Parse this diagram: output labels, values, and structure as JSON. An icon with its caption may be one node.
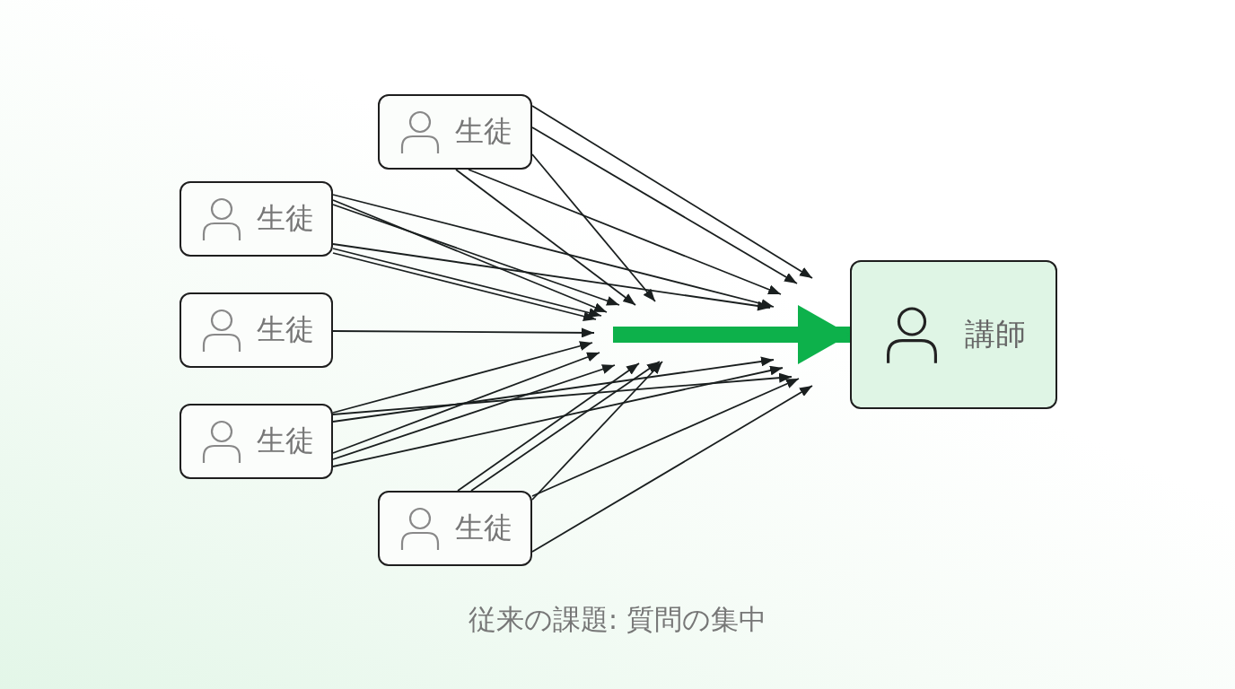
{
  "diagram": {
    "caption": "従来の課題: 質問の集中",
    "nodes": [
      {
        "text": [
          "生徒"
        ]
      },
      {
        "text": [
          "生徒"
        ]
      },
      {
        "text": [
          "生徒"
        ]
      },
      {
        "text": [
          "生徒"
        ]
      },
      {
        "text": [
          "生徒"
        ]
      },
      {
        "text": [
          "講師"
        ]
      }
    ],
    "edges": [
      {
        "from": 0,
        "to": null,
        "arrow": "to"
      },
      {
        "from": 0,
        "to": null,
        "arrow": "to"
      },
      {
        "from": 0,
        "to": null,
        "arrow": "to"
      },
      {
        "from": 0,
        "to": null,
        "arrow": "to"
      },
      {
        "from": 0,
        "to": null,
        "arrow": "to"
      },
      {
        "from": 1,
        "to": null,
        "arrow": "to"
      },
      {
        "from": 1,
        "to": null,
        "arrow": "to"
      },
      {
        "from": 1,
        "to": null,
        "arrow": "to"
      },
      {
        "from": 1,
        "to": null,
        "arrow": "to"
      },
      {
        "from": 1,
        "to": null,
        "arrow": "to"
      },
      {
        "from": 1,
        "to": null,
        "arrow": "to"
      },
      {
        "from": 2,
        "to": null,
        "arrow": "to"
      },
      {
        "from": 3,
        "to": null,
        "arrow": "to"
      },
      {
        "from": 3,
        "to": null,
        "arrow": "to"
      },
      {
        "from": 3,
        "to": null,
        "arrow": "to"
      },
      {
        "from": 3,
        "to": null,
        "arrow": "to"
      },
      {
        "from": 3,
        "to": null,
        "arrow": "to"
      },
      {
        "from": 3,
        "to": null,
        "arrow": "to"
      },
      {
        "from": 4,
        "to": null,
        "arrow": "to"
      },
      {
        "from": 4,
        "to": null,
        "arrow": "to"
      },
      {
        "from": 4,
        "to": null,
        "arrow": "to"
      },
      {
        "from": 4,
        "to": null,
        "arrow": "to"
      },
      {
        "from": 4,
        "to": null,
        "arrow": "to"
      },
      {
        "from": null,
        "to": 5,
        "arrow": "to",
        "style": "thick",
        "color": "#0db14b"
      }
    ]
  }
}
